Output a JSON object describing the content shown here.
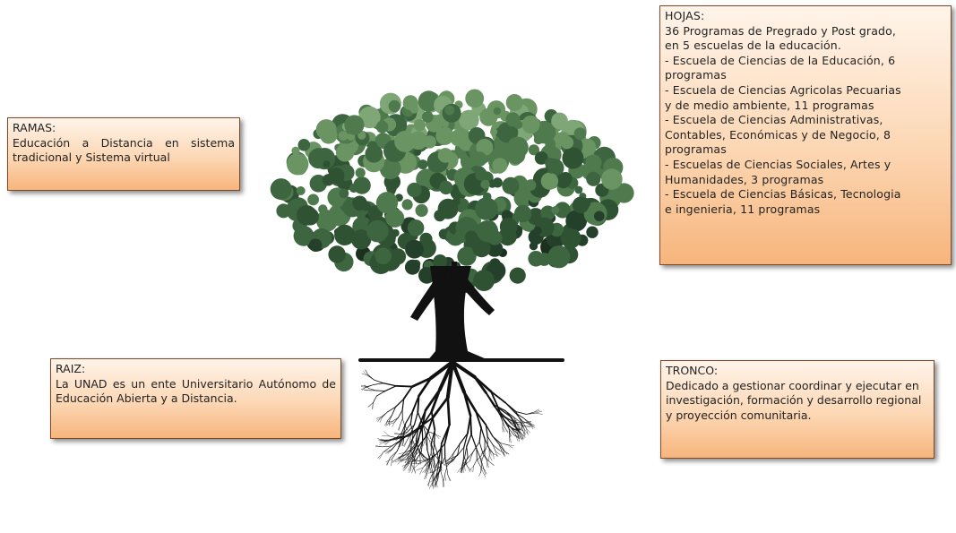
{
  "ramas": {
    "title": "RAMAS:",
    "text": "Educación a Distancia en sistema tradicional y Sistema virtual"
  },
  "hojas": {
    "title": "HOJAS:",
    "lines": [
      "36 Programas de Pregrado y Post grado,",
      "en 5 escuelas de la educación.",
      " - Escuela de Ciencias de la Educación, 6",
      "programas",
      " - Escuela de Ciencias Agricolas Pecuarias",
      "y de medio ambiente, 11 programas",
      "  - Escuela de Ciencias Administrativas,",
      "Contables, Económicas y de Negocio, 8",
      "programas",
      " - Escuelas de Ciencias Sociales, Artes y",
      "Humanidades, 3 programas",
      "  - Escuela de Ciencias Básicas, Tecnologia",
      "e ingenieria,  11 programas"
    ]
  },
  "raiz": {
    "title": "RAIZ:",
    "text": "La UNAD es un ente Universitario Autónomo de Educación Abierta y a Distancia."
  },
  "tronco": {
    "title": "TRONCO:",
    "text": "Dedicado a gestionar coordinar y ejecutar en investigación, formación y desarrollo regional y proyección comunitaria."
  },
  "colors": {
    "box_top": "#fff4ea",
    "box_bottom": "#f7b57c",
    "box_border": "#7a4a2a",
    "foliage_dark": "#1f3a22",
    "foliage_light": "#6f9a68",
    "trunk": "#111111"
  },
  "icons": {
    "illustration": "tree-with-roots"
  }
}
